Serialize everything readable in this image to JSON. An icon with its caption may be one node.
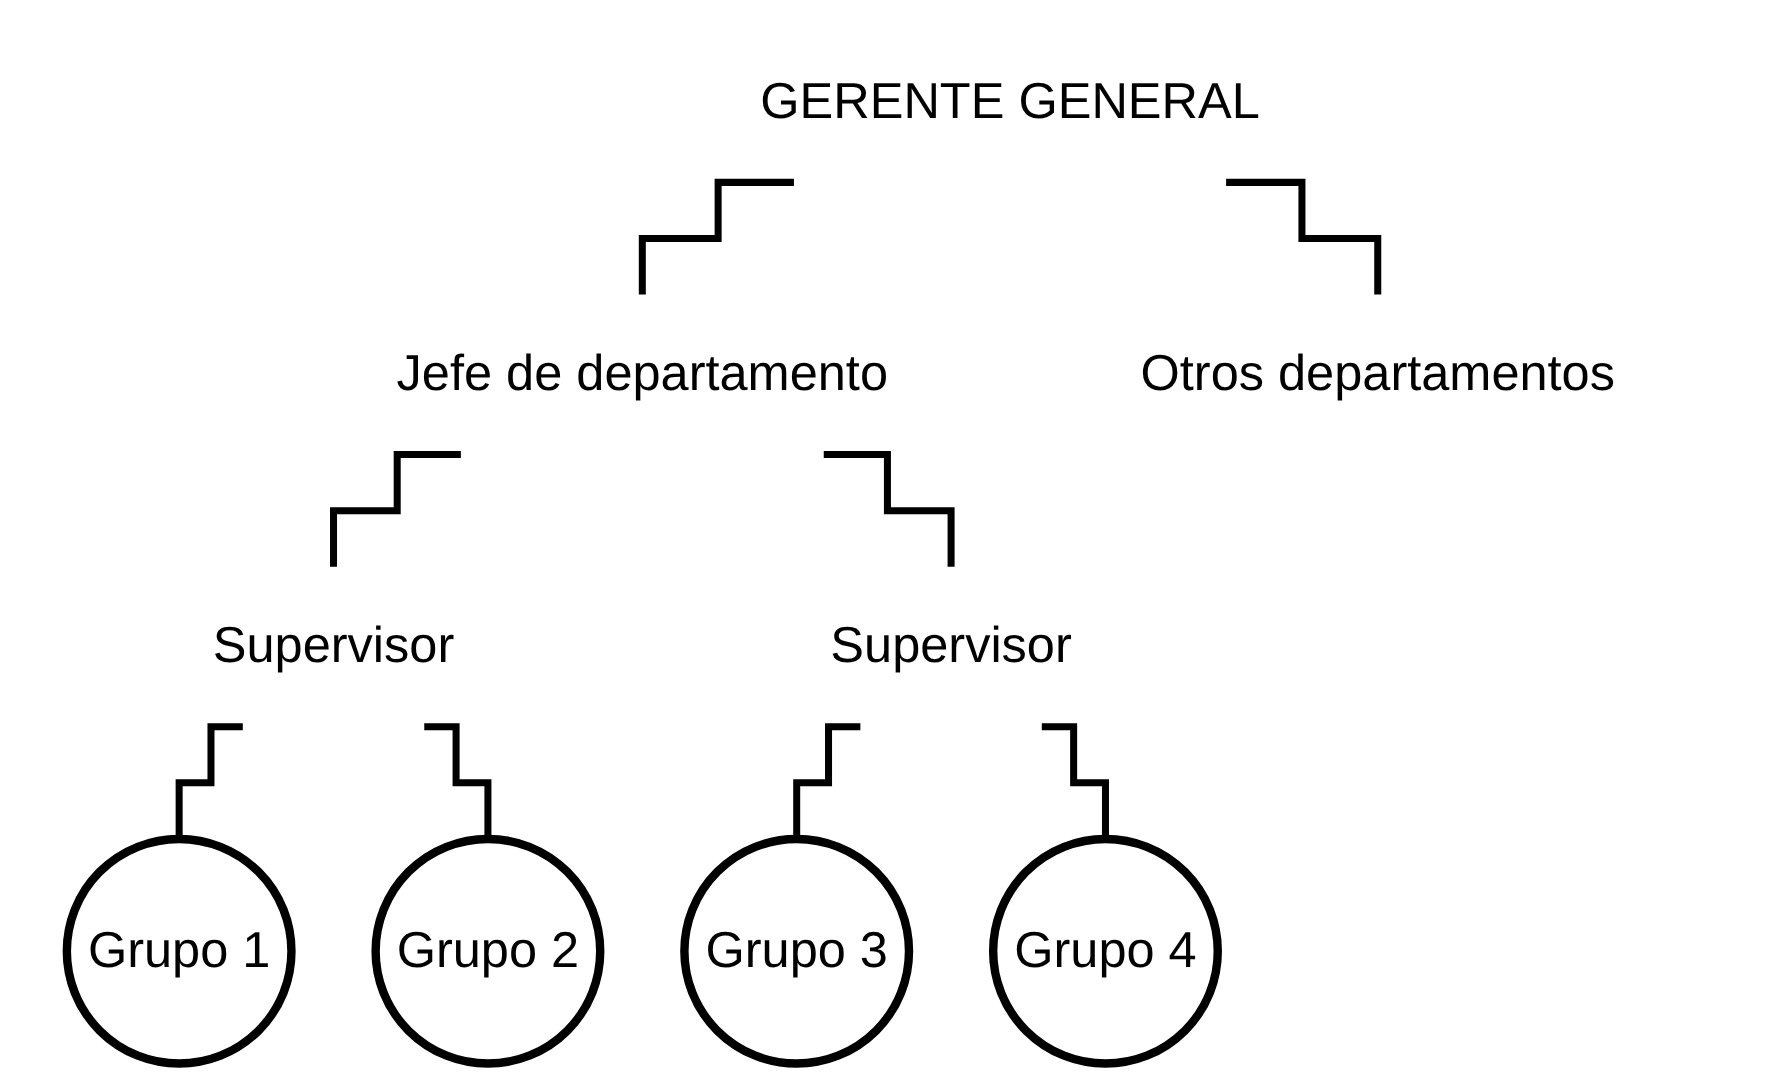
{
  "diagram": {
    "nodes": [
      {
        "text": [
          "GERENTE GENERAL"
        ]
      },
      {
        "text": [
          "Jefe de departamento"
        ]
      },
      {
        "text": [
          "Otros departamentos"
        ]
      },
      {
        "text": [
          "Supervisor"
        ]
      },
      {
        "text": [
          "Supervisor"
        ]
      },
      {
        "text": [
          "Grupo 1"
        ]
      },
      {
        "text": [
          "Grupo 2"
        ]
      },
      {
        "text": [
          "Grupo 3"
        ]
      },
      {
        "text": [
          "Grupo 4"
        ]
      }
    ],
    "edges": [
      {
        "from": 0,
        "to": 1,
        "arrow": "none"
      },
      {
        "from": 0,
        "to": 2,
        "arrow": "none"
      },
      {
        "from": 1,
        "to": 3,
        "arrow": "none"
      },
      {
        "from": 1,
        "to": 4,
        "arrow": "none"
      },
      {
        "from": 3,
        "to": 5,
        "arrow": "none"
      },
      {
        "from": 3,
        "to": 6,
        "arrow": "none"
      },
      {
        "from": 4,
        "to": 7,
        "arrow": "none"
      },
      {
        "from": 4,
        "to": 8,
        "arrow": "none"
      }
    ]
  }
}
